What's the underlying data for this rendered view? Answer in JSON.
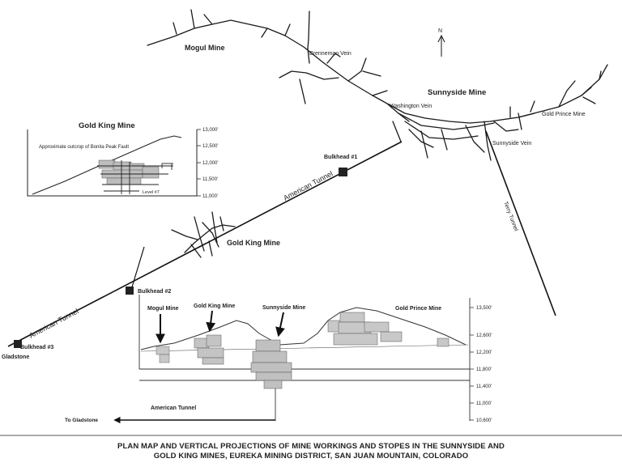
{
  "map": {
    "north_label": "N",
    "mine_labels": {
      "mogul": "Mogul Mine",
      "sunnyside": "Sunnyside Mine",
      "gold_king": "Gold King Mine",
      "gold_prince": "Gold Prince Mine"
    },
    "vein_labels": {
      "brenneman": "Brenneman Vein",
      "washington": "Washington Vein",
      "sunnyside": "Sunnyside Vein"
    },
    "tunnel_labels": {
      "american_upper": "American Tunnel",
      "american_lower": "American Tunnel",
      "terry": "Terry Tunnel"
    },
    "bulkheads": {
      "b1": "Bulkhead #1",
      "b2": "Bulkhead #2",
      "b3": "Bulkhead #3"
    },
    "gladstone": "Gladstone"
  },
  "inset_gold_king": {
    "title": "Gold King Mine",
    "note": "Approximate outcrop of Bonita Peak Fault",
    "level_label": "Level #7",
    "elevations": [
      "13,000'",
      "12,500'",
      "12,000'",
      "11,500'",
      "11,000'"
    ]
  },
  "projection": {
    "labels": {
      "mogul": "Mogul Mine",
      "gold_king": "Gold King Mine",
      "sunnyside": "Sunnyside Mine",
      "gold_prince": "Gold Prince Mine"
    },
    "tunnel_label": "American Tunnel",
    "to_gladstone": "To Gladstone",
    "elevations": [
      "13,500'",
      "12,600'",
      "12,200'",
      "11,800'",
      "11,400'",
      "11,000'",
      "10,600'"
    ]
  },
  "caption": {
    "line1": "PLAN MAP AND VERTICAL PROJECTIONS OF MINE WORKINGS AND STOPES IN THE SUNNYSIDE AND",
    "line2": "GOLD KING MINES, EUREKA MINING DISTRICT, SAN JUAN MOUNTAIN, COLORADO"
  }
}
